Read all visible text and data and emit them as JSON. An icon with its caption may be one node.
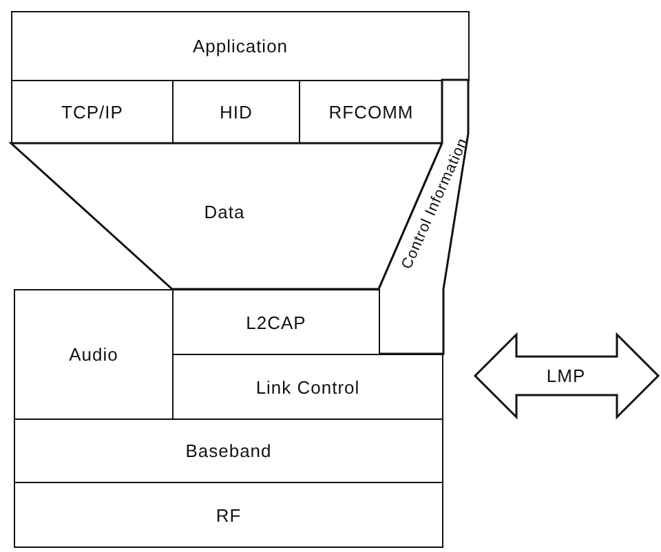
{
  "diagram": {
    "nodes": [
      {
        "text": [
          "Application"
        ]
      },
      {
        "text": [
          "TCP/IP"
        ]
      },
      {
        "text": [
          "HID"
        ]
      },
      {
        "text": [
          "RFCOMM"
        ]
      },
      {
        "text": [
          "Data"
        ]
      },
      {
        "text": [
          "Control Information"
        ]
      },
      {
        "text": [
          "Audio"
        ]
      },
      {
        "text": [
          "L2CAP"
        ]
      },
      {
        "text": [
          "Link Control"
        ]
      },
      {
        "text": [
          "Baseband"
        ]
      },
      {
        "text": [
          "RF"
        ]
      },
      {
        "text": [
          "LMP"
        ]
      }
    ]
  }
}
